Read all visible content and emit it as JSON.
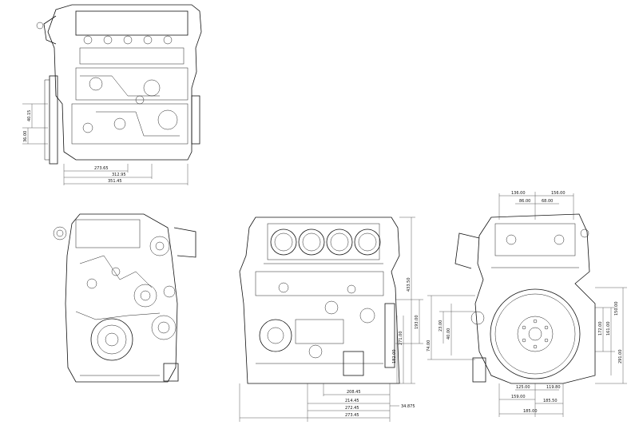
{
  "colors": {
    "ink": "#111111",
    "paper": "#ffffff"
  },
  "views": {
    "top_left": {
      "dims_horizontal": [
        "273.65",
        "312.95",
        "351.45"
      ],
      "dims_vertical": [
        "40.15",
        "36.00"
      ]
    },
    "bottom_middle": {
      "dims_horizontal": [
        "208.45",
        "214.45",
        "272.45",
        "273.45",
        "34.875"
      ],
      "dims_vertical": [
        "433.50",
        "271.00",
        "193.00",
        "182.00"
      ]
    },
    "bottom_right": {
      "dims_top": [
        "136.00",
        "156.00",
        "86.00",
        "68.00"
      ],
      "dims_bottom": [
        "125.00",
        "119.80",
        "159.00",
        "185.50",
        "185.00"
      ],
      "dims_left": [
        "74.00",
        "23.00",
        "40.00"
      ],
      "dims_right": [
        "172.00",
        "161.00",
        "150.00",
        "291.00"
      ]
    }
  }
}
